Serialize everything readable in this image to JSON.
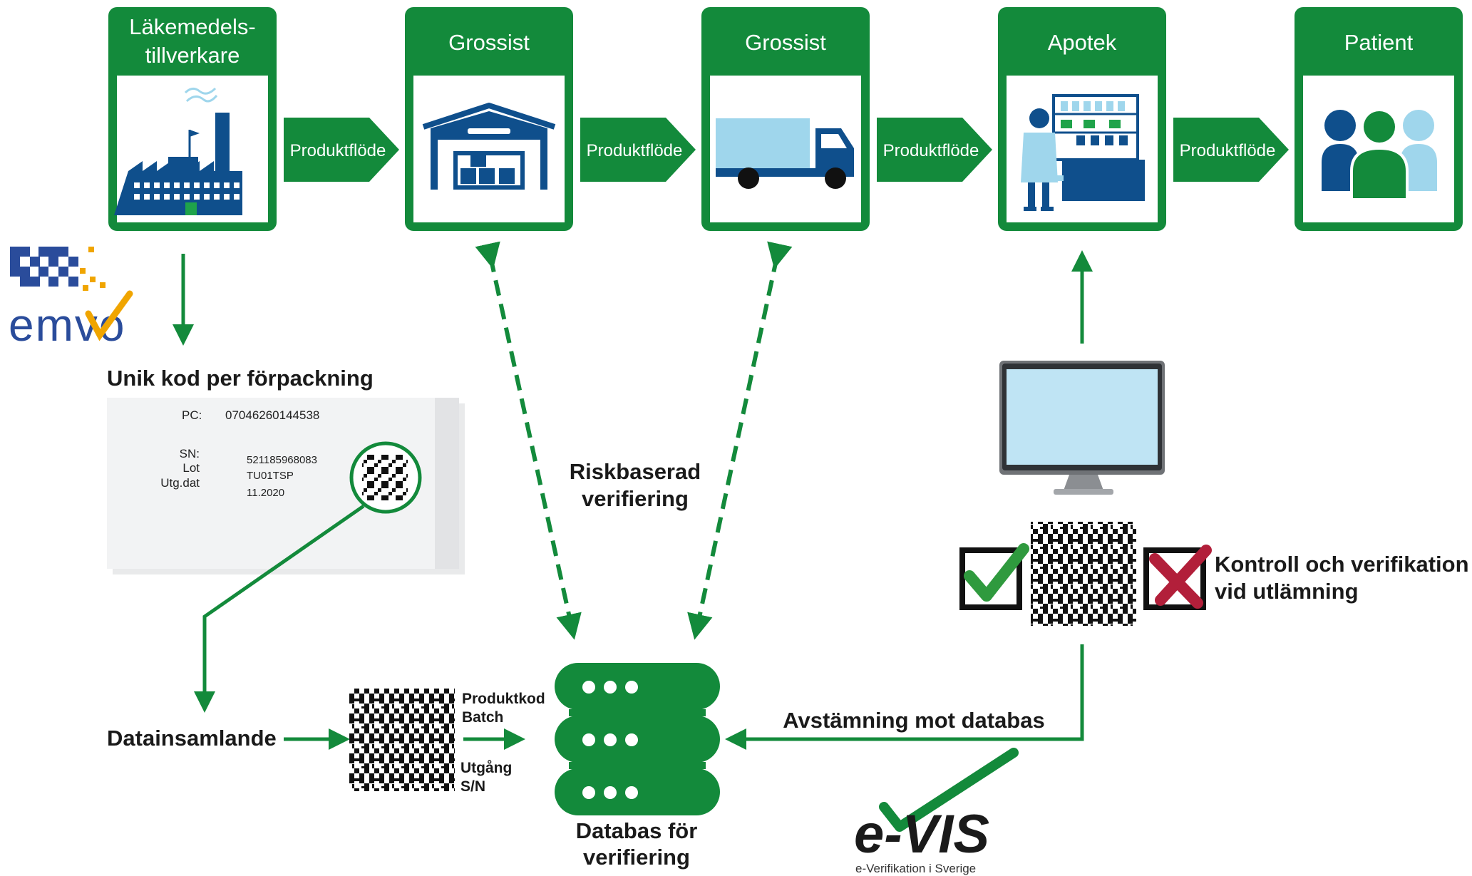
{
  "colors": {
    "green": "#138a3b",
    "dark_blue": "#0f4f8c",
    "light_blue": "#9fd6ec",
    "check_green": "#2f9a3e",
    "cross_red": "#b21f3a",
    "emvo_blue": "#2a4c9b",
    "emvo_orange": "#f0a500"
  },
  "stages": [
    {
      "title_lines": [
        "Läkemedels-",
        "tillverkare"
      ],
      "icon": "factory-icon"
    },
    {
      "title_lines": [
        "Grossist"
      ],
      "icon": "warehouse-icon"
    },
    {
      "title_lines": [
        "Grossist"
      ],
      "icon": "truck-icon"
    },
    {
      "title_lines": [
        "Apotek"
      ],
      "icon": "pharmacist-icon"
    },
    {
      "title_lines": [
        "Patient"
      ],
      "icon": "people-icon"
    }
  ],
  "flow_arrow_label": "Produktflöde",
  "left": {
    "logo_text": "emvo",
    "unique_code_label": "Unik kod per förpackning",
    "package": {
      "pc_label": "PC:",
      "pc_value": "07046260144538",
      "sn_label": "SN:",
      "lot_label": "Lot",
      "exp_label": "Utg.dat",
      "sn_value": "521185968083",
      "lot_value": "TU01TSP",
      "exp_value": "11.2020"
    },
    "data_collection_label": "Datainsamlande",
    "code_fields": [
      "Produktkod",
      "Batch",
      "Utgång",
      "S/N"
    ]
  },
  "center": {
    "risk_label_lines": [
      "Riskbaserad",
      "verifiering"
    ],
    "database_label_lines": [
      "Databas för",
      "verifiering"
    ]
  },
  "right": {
    "control_label_lines": [
      "Kontroll och verifikation",
      "vid utlämning"
    ],
    "reconcile_label": "Avstämning mot databas",
    "evis_logo": "e-VIS",
    "evis_tagline": "e-Verifikation i Sverige"
  }
}
